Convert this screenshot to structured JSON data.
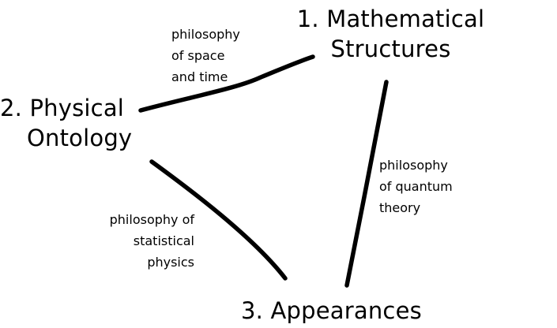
{
  "nodes": {
    "mathematical": {
      "line1": "1. Mathematical",
      "line2": "Structures"
    },
    "physical": {
      "line1": "2. Physical",
      "line2": "Ontology"
    },
    "appearances": {
      "line1": "3. Appearances"
    }
  },
  "edges": {
    "space_time": {
      "line1": "philosophy",
      "line2": "of space",
      "line3": "and time"
    },
    "quantum": {
      "line1": "philosophy",
      "line2": "of quantum",
      "line3": "theory"
    },
    "statistical": {
      "line1": "philosophy of",
      "line2": "statistical",
      "line3": "physics"
    }
  },
  "colors": {
    "ink": "#000000",
    "background": "#ffffff"
  }
}
